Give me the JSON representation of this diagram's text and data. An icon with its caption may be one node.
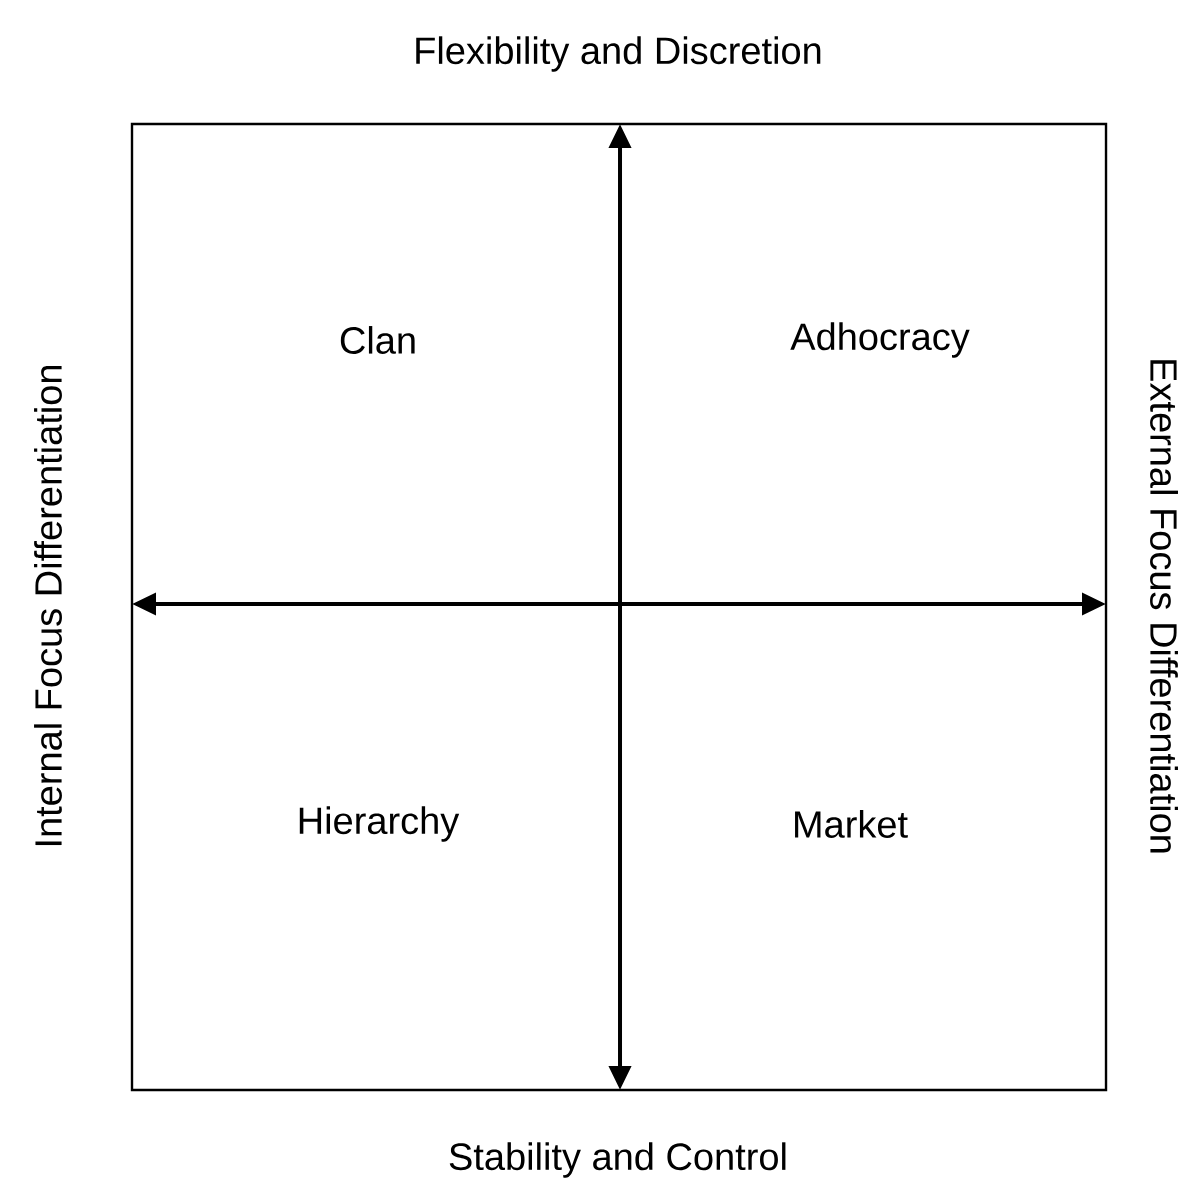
{
  "diagram": {
    "labels": [
      "Flexibility and Discretion",
      "Internal Focus Differentiation",
      "Clan",
      "Adhocracy",
      "External Focus Differentiation",
      "Hierarchy",
      "Market",
      "Stability and Control"
    ]
  }
}
